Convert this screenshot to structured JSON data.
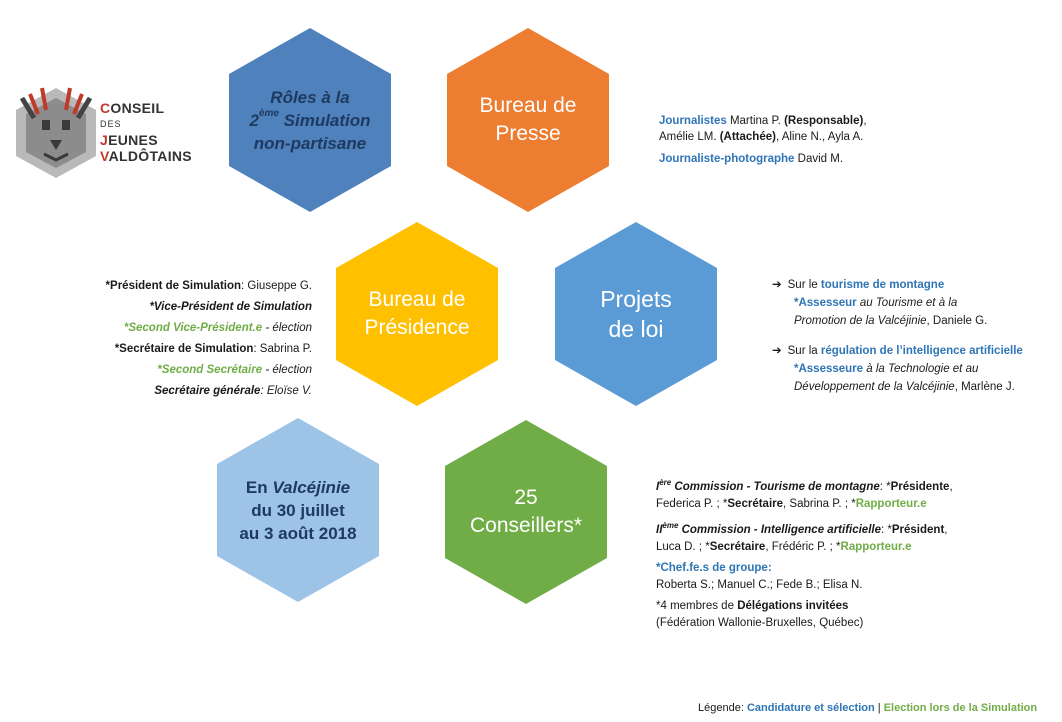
{
  "colors": {
    "dark_blue": "#4f81bd",
    "orange": "#ed7d31",
    "yellow": "#ffc000",
    "mid_blue": "#5b9bd5",
    "light_blue": "#9dc3e6",
    "green": "#70ad47",
    "accent_blue_text": "#2e75b6",
    "accent_green_text": "#70ad47"
  },
  "logo": {
    "line1_initial": "C",
    "line1_rest": "ONSEIL",
    "line2": "DES",
    "line3_initial": "J",
    "line3_rest": "EUNES",
    "line4_initial": "V",
    "line4_rest": "ALDÔTAINS"
  },
  "hexagons": {
    "roles": {
      "line1": "Rôles à la",
      "line2_num": "2",
      "line2_sup": "ème",
      "line2_rest": " Simulation",
      "line3": "non-partisane"
    },
    "presse": {
      "line1": "Bureau de",
      "line2": "Presse"
    },
    "presidence": {
      "line1": "Bureau de",
      "line2": "Présidence"
    },
    "projets": {
      "line1": "Projets",
      "line2": "de loi"
    },
    "valcejinie": {
      "line1_pre": "En ",
      "line1_it": "Valcéjinie",
      "line2": "du 30 juillet",
      "line3": "au 3 août 2018"
    },
    "conseillers": {
      "line1": "25",
      "line2": "Conseillers*"
    }
  },
  "presse_info": {
    "journalistes_label": "Journalistes",
    "journalistes_names_a": "  Martina P. ",
    "journalistes_resp": "(Responsable)",
    "journalistes_names_b": ",",
    "line2_a": "Amélie LM. ",
    "line2_att": "(Attachée)",
    "line2_b": ", Aline N., Ayla A.",
    "photo_label": "Journaliste-photographe",
    "photo_name": " David M."
  },
  "presidence_info": {
    "l1_bold": "*Président de Simulation",
    "l1_rest": ": Giuseppe G.",
    "l2": "*Vice-Président de Simulation",
    "l3_green": "*Second Vice-Président.e",
    "l3_rest": " - élection",
    "l4_bold": "*Secrétaire de Simulation",
    "l4_rest": ": Sabrina P.",
    "l5_green": "*Second Secrétaire",
    "l5_rest": " - élection",
    "l6_bold": "Secrétaire générale",
    "l6_rest": ": Eloïse V."
  },
  "projets_info": {
    "arrow": "➔",
    "a_pre": "Sur le ",
    "a_topic": "tourisme de montagne",
    "a_role": "*Assesseur",
    "a_rest1": " au Tourisme et à la",
    "a_line3": "Promotion de la Valcéjinie",
    "a_name": ", Daniele G.",
    "b_pre": "Sur la ",
    "b_topic": "régulation de l’intelligence artificielle",
    "b_role": "*Assesseure",
    "b_rest1": " à la Technologie et au",
    "b_line3": "Développement de la Valcéjinie",
    "b_name": ", Marlène J."
  },
  "conseillers_info": {
    "c1_num": "I",
    "c1_sup": "ère",
    "c1_title": " Commission - Tourisme de montagne",
    "c1_a": ": *",
    "c1_pres": "Présidente",
    "c1_comma": ",",
    "c1_l2a": "Federica P. ; *",
    "c1_sec": "Secrétaire",
    "c1_l2b": ", Sabrina P.  ; *",
    "c1_rap": "Rapporteur.e",
    "c2_num": "II",
    "c2_sup": "ème",
    "c2_title": " Commission - Intelligence artificielle",
    "c2_a": ":  *",
    "c2_pres": "Président",
    "c2_comma": ",",
    "c2_l2a": "Luca D. ; *",
    "c2_sec": "Secrétaire",
    "c2_l2b": ", Frédéric P. ; *",
    "c2_rap": "Rapporteur.e",
    "chefs_label": "*Chef.fe.s de groupe:",
    "chefs_names": " Roberta S.; Manuel C.; Fede B.; Elisa N.",
    "deleg_a": "*4 membres de ",
    "deleg_bold": "Délégations invitées",
    "deleg_line2": "(Fédération Wallonie-Bruxelles, Québec)"
  },
  "legend": {
    "label": "Légende: ",
    "blue_item": "Candidature et sélection",
    "separator": " | ",
    "green_item": "Election lors de la Simulation"
  }
}
